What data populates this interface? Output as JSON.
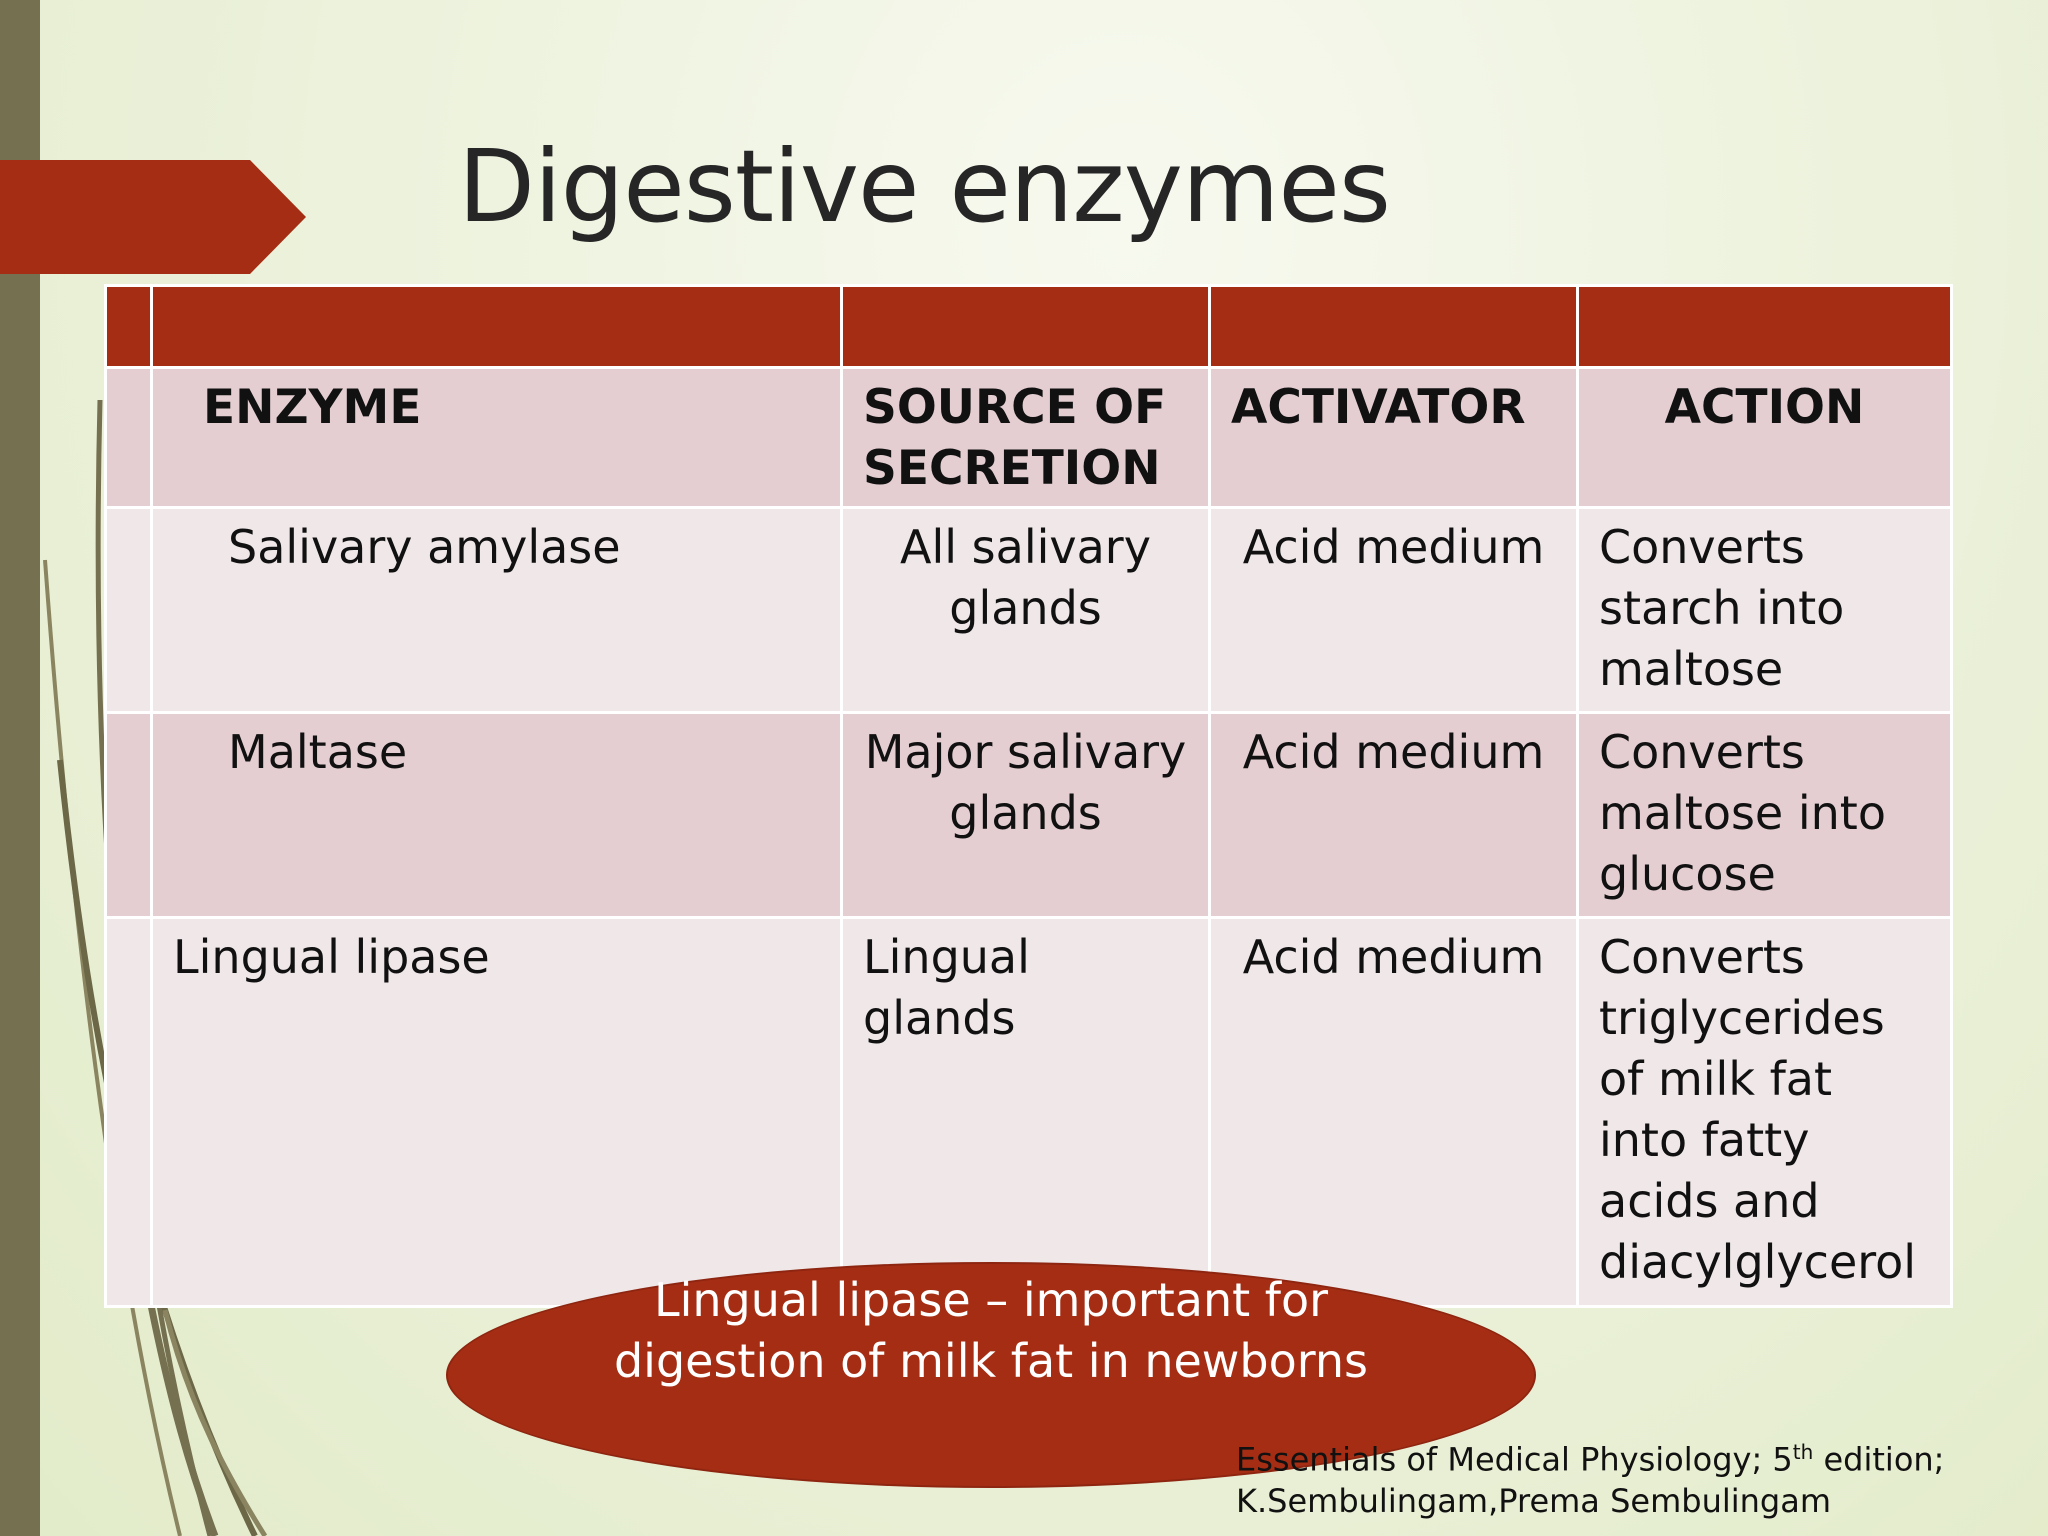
{
  "slide": {
    "title": "Digestive enzymes"
  },
  "table": {
    "headers": [
      "ENZYME",
      "SOURCE OF SECRETION",
      "ACTIVATOR",
      "ACTION"
    ],
    "rows": [
      {
        "enzyme": "Salivary amylase",
        "source": "All salivary glands",
        "activator": "Acid medium",
        "action": "Converts starch into maltose"
      },
      {
        "enzyme": "Maltase",
        "source": "Major salivary glands",
        "activator": "Acid medium",
        "action": "Converts maltose into glucose"
      },
      {
        "enzyme": "Lingual lipase",
        "source": "Lingual glands",
        "activator": "Acid medium",
        "action": "Converts triglycerides of milk fat into fatty acids and diacylglycerol"
      }
    ]
  },
  "callout": {
    "text": "Lingual lipase – important for digestion of milk fat in newborns"
  },
  "citation": {
    "line1_prefix": "Essentials of Medical Physiology; 5",
    "line1_sup": "th",
    "line1_suffix": " edition;",
    "line2": "K.Sembulingam,Prema Sembulingam"
  },
  "colors": {
    "accent_red": "#a52d13",
    "row_pink": "#e4ced2",
    "row_light": "#efe7e8",
    "left_bar": "#75704f"
  }
}
